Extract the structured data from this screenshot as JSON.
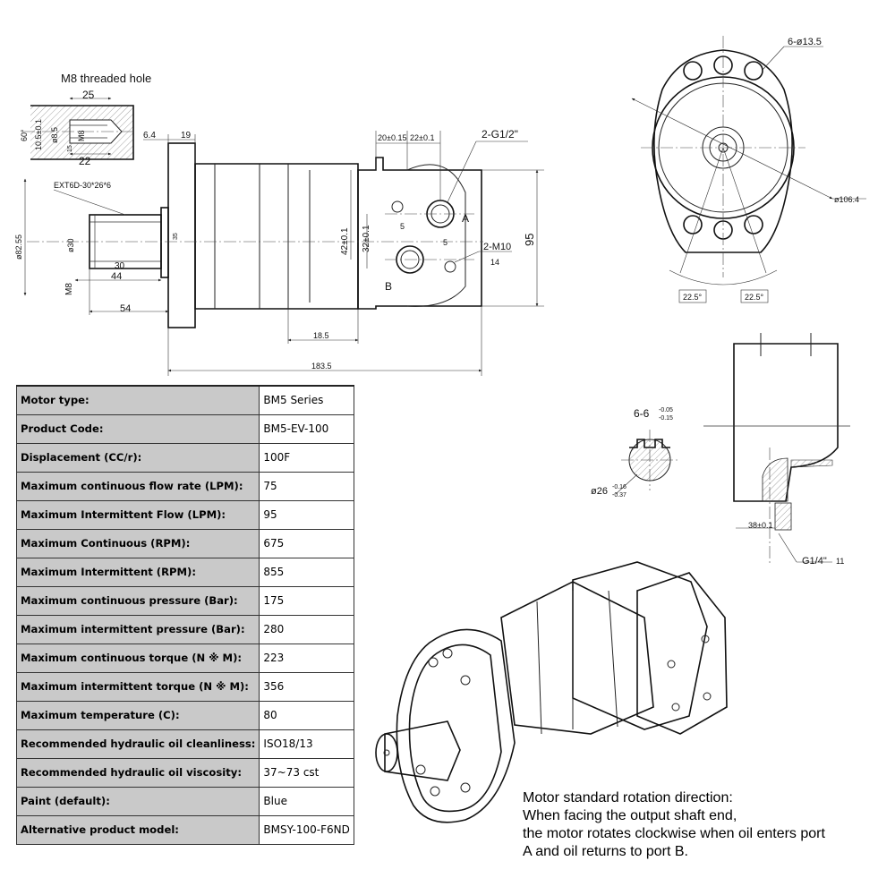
{
  "detail_thread": {
    "title": "M8  threaded hole",
    "dim_25": "25",
    "dim_22": "22",
    "dim_60": "60°",
    "dim_105": "10.5±0.1",
    "dim_85": "ø8.5",
    "dim_m8": "M8",
    "dim_15": "15"
  },
  "side_view": {
    "dim_64": "6.4",
    "dim_19": "19",
    "spline_label": "EXT6D-30*26*6",
    "dim_shaft_dia": "ø30",
    "dim_pilot": "ø82.55",
    "dim_35": "35",
    "dim_30_len": "30",
    "dim_44": "44",
    "dim_54": "54",
    "dim_m8": "M8",
    "dim_185": "18.5",
    "dim_1835": "183.5",
    "dim_20": "20±0.15",
    "dim_22": "22±0.1",
    "dim_42": "42±0.1",
    "dim_32": "32±0.1",
    "dim_5a": "5",
    "dim_5b": "5",
    "dim_95": "95",
    "port_a": "A",
    "port_b": "B",
    "g12": "2-G1/2\"",
    "m10": "2-M10",
    "depth14": "14"
  },
  "front_view": {
    "holes": "6-ø13.5",
    "dia_1064": "ø106.4",
    "angle_left": "22.5°",
    "angle_right": "22.5°"
  },
  "spline_detail": {
    "width": "6-6",
    "width_tol_top": "-0.05",
    "width_tol_bot": "-0.15",
    "dia": "ø26",
    "dia_tol_top": "-0.16",
    "dia_tol_bot": "-0.37"
  },
  "drain_detail": {
    "dim_38": "38±0.1",
    "port": "G1/4\"",
    "depth": "11"
  },
  "specs": [
    {
      "label": "Motor type:",
      "value": "BM5 Series"
    },
    {
      "label": "Product Code:",
      "value": "BM5-EV-100"
    },
    {
      "label": "Displacement (CC/r):",
      "value": "100F"
    },
    {
      "label": "Maximum continuous flow rate (LPM):",
      "value": "75"
    },
    {
      "label": "Maximum Intermittent Flow (LPM):",
      "value": "95"
    },
    {
      "label": "Maximum Continuous (RPM):",
      "value": "675"
    },
    {
      "label": "Maximum Intermittent (RPM):",
      "value": "855"
    },
    {
      "label": "Maximum continuous pressure (Bar):",
      "value": "175"
    },
    {
      "label": "Maximum intermittent pressure (Bar):",
      "value": "280"
    },
    {
      "label": "Maximum continuous torque (N ※ M):",
      "value": "223"
    },
    {
      "label": "Maximum intermittent torque (N ※ M):",
      "value": "356"
    },
    {
      "label": "Maximum temperature (C):",
      "value": "80"
    },
    {
      "label": "Recommended hydraulic oil cleanliness:",
      "value": "ISO18/13"
    },
    {
      "label": "Recommended hydraulic oil viscosity:",
      "value": "37~73 cst"
    },
    {
      "label": "Paint (default):",
      "value": "Blue"
    },
    {
      "label": "Alternative product model:",
      "value": "BMSY-100-F6ND"
    }
  ],
  "rotation_note": {
    "line1": "Motor standard rotation direction:",
    "line2": "When facing the output shaft end,",
    "line3": "the motor rotates clockwise when oil enters port",
    "line4": "A and oil returns to port B."
  }
}
